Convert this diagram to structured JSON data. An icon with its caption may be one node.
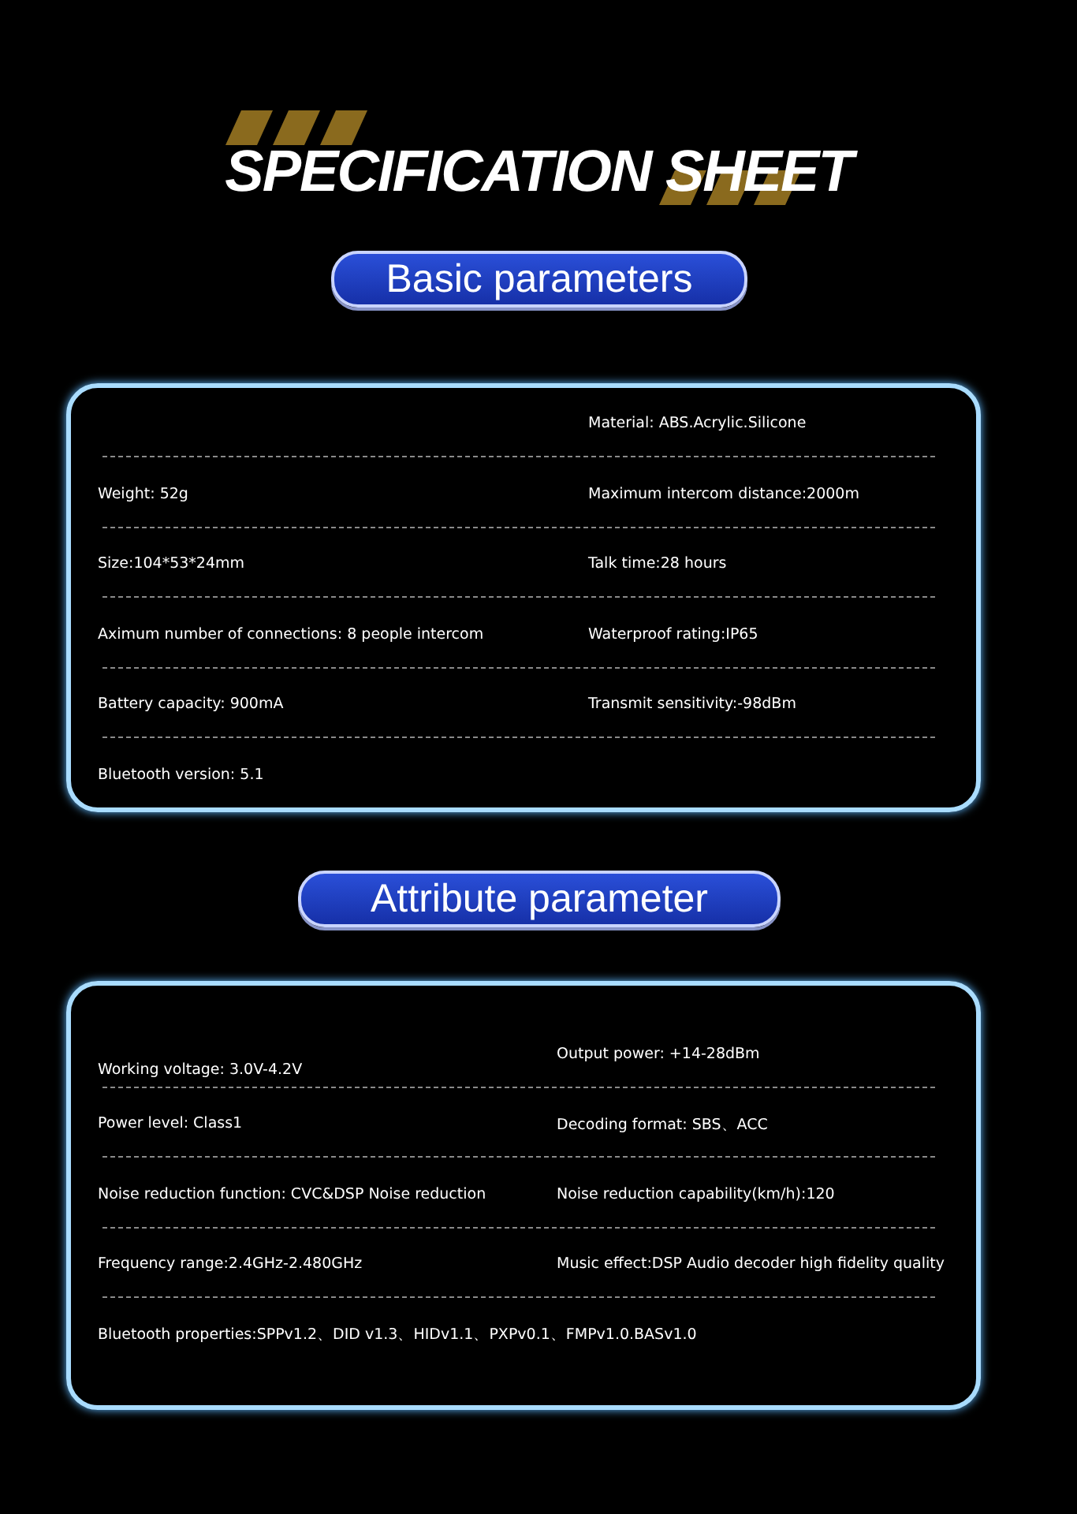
{
  "diagram": {
    "title": "SPECIFICATION SHEET",
    "nodes": [
      {
        "text": [
          "Basic parameters"
        ]
      },
      {
        "text": [
          "Material: ABS.Acrylic.Silicone",
          "Weight: 52g",
          "Maximum intercom distance:2000m",
          "Size:104*53*24mm",
          "Talk time:28 hours",
          "Aximum number of connections:  8 people intercom",
          "Waterproof rating:IP65",
          "Battery capacity: 900mA",
          "Transmit sensitivity:-98dBm",
          "Bluetooth version: 5.1"
        ]
      },
      {
        "text": [
          "Attribute parameter"
        ]
      },
      {
        "text": [
          "Working voltage: 3.0V-4.2V",
          "Output power: +14-28dBm",
          "Power level: Class1",
          "Decoding format: SBS、ACC",
          "Noise reduction function: CVC&DSP Noise reduction",
          "Noise reduction capability(km/h):120",
          "Frequency range:2.4GHz-2.480GHz",
          "Music effect:DSP Audio decoder high fidelity quality",
          "Bluetooth properties:SPPv1.2、DID v1.3、HIDv1.1、PXPv0.1、FMPv1.0.BASv1.0"
        ]
      }
    ],
    "edges": []
  }
}
